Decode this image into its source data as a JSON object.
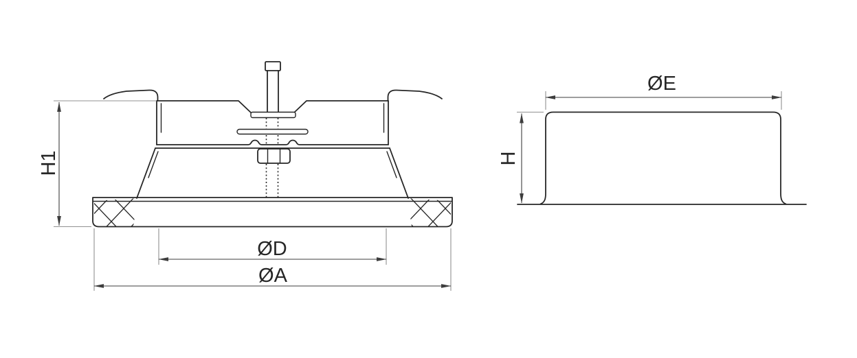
{
  "page": {
    "background": "#ffffff",
    "description": "Technical dimension drawing, two views of a ceiling disc valve / damper"
  },
  "colors": {
    "outline": "#262626",
    "dimension_line": "#3d3d3d",
    "extension_line": "#909090",
    "text": "#262626"
  },
  "front_view": {
    "dims": {
      "height": "H1",
      "inner_diameter": "ØD",
      "outer_diameter": "ØA"
    }
  },
  "side_view": {
    "dims": {
      "diameter": "ØE",
      "height": "H"
    }
  }
}
